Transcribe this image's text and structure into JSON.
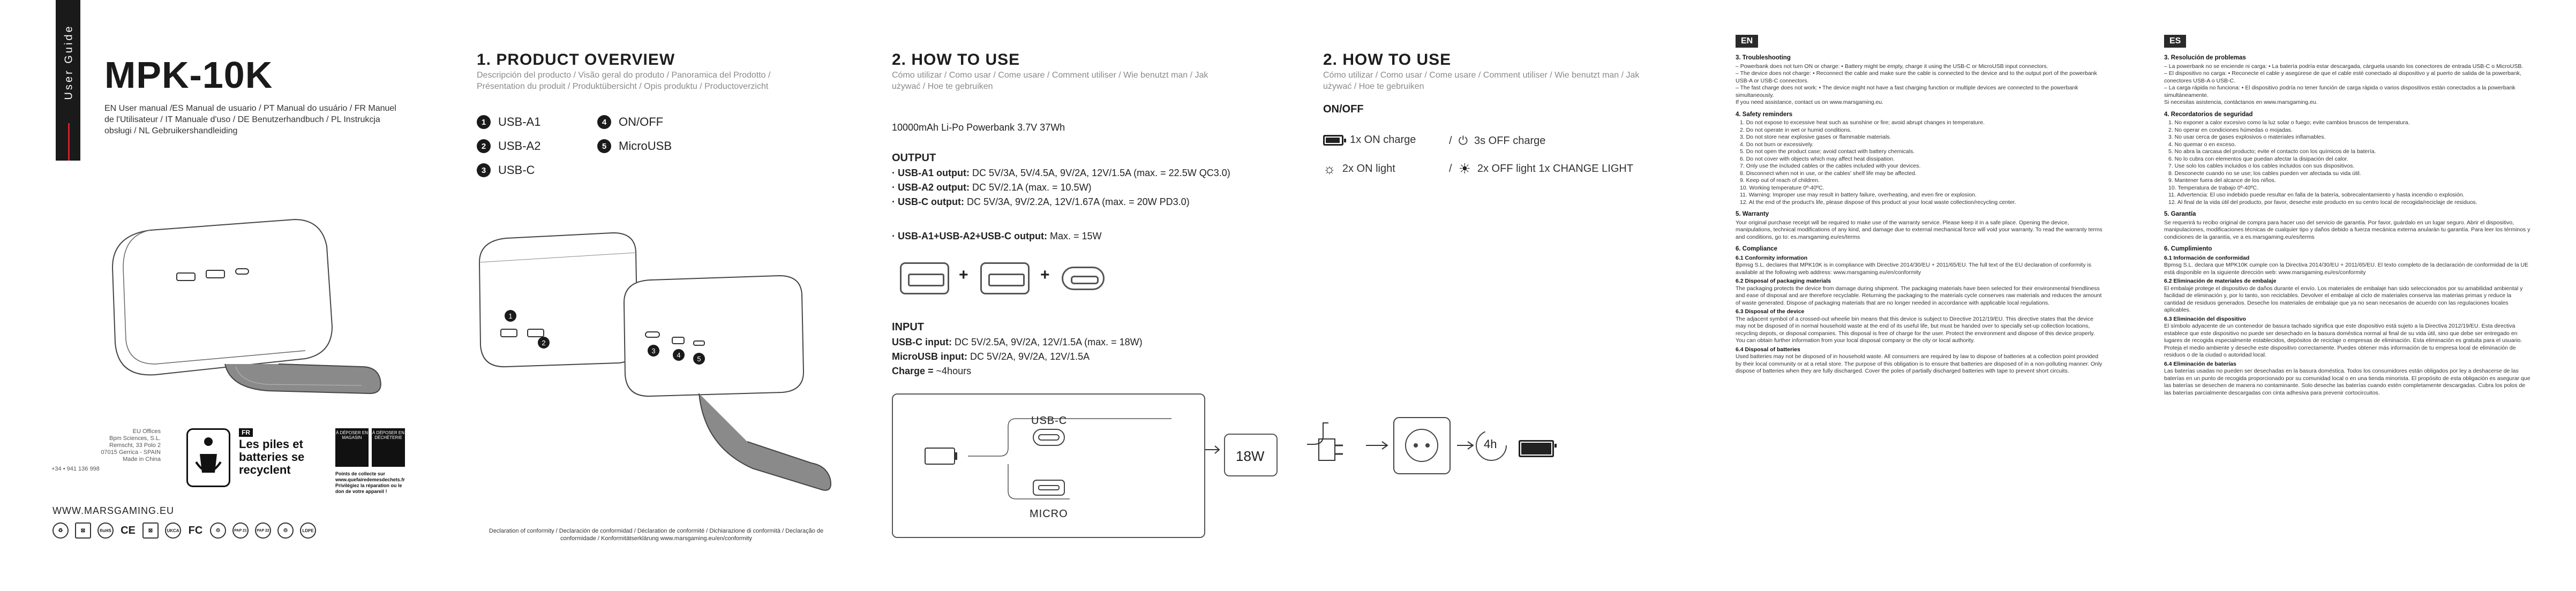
{
  "cover": {
    "tab_label": "User Guide",
    "model": "MPK-10K",
    "languages": "EN User manual /ES Manual de usuario / PT Manual do usuário / FR Manuel de l'Utilisateur / IT Manuale d'uso / DE Benutzerhandbuch / PL Instrukcja obsługi / NL Gebruikershandleiding",
    "maker_lines": [
      "EU Offices",
      "Bpm Sciences, S.L.",
      "Remscht, 33 Polo 2",
      "07015 Gerrica - SPAIN",
      "Made in China"
    ],
    "phone": "+34 • 941 136 998",
    "website": "WWW.MARSGAMING.EU",
    "cert_marks": [
      "♻",
      "⊠",
      "RoHS",
      "CE",
      "⊠",
      "UKCA",
      "FC",
      "♲",
      "PAP 21",
      "PAP 22",
      "♲",
      "LDPE"
    ],
    "recycle": {
      "flag": "FR",
      "text": "Les piles et batteries se recyclent",
      "drop1": "À DÉPOSER EN MAGASIN",
      "drop2": "À DÉPOSER EN DÉCHÈTERIE",
      "note": "Points de collecte sur www.quefairedemesdechets.fr Privilégiez la réparation ou le don de votre appareil !"
    }
  },
  "overview": {
    "title": "1. PRODUCT OVERVIEW",
    "subtitle": "Descripción del producto / Visão geral do produto / Panoramica del Prodotto / Présentation du produit / Produktübersicht / Opis produktu / Productoverzicht",
    "ports": [
      {
        "n": "1",
        "label": "USB-A1"
      },
      {
        "n": "2",
        "label": "USB-A2"
      },
      {
        "n": "3",
        "label": "USB-C"
      },
      {
        "n": "4",
        "label": "ON/OFF"
      },
      {
        "n": "5",
        "label": "MicroUSB"
      }
    ],
    "declaration": "Declaration of conformity / Declaración de conformidad / Déclaration de conformité / Dichiarazione di conformità / Declaração de conformidade / Konformitätserklärung www.marsgaming.eu/en/conformity"
  },
  "howto": {
    "title": "2. HOW TO USE",
    "subtitle": "Cómo utilizar / Como usar / Come usare / Comment utiliser / Wie benutzt man / Jak używać / Hoe te gebruiken",
    "battery": "10000mAh Li-Po Powerbank 3.7V 37Wh",
    "output_heading": "OUTPUT",
    "outputs": [
      {
        "label": "· USB-A1 output:",
        "value": " DC 5V/3A, 5V/4.5A, 9V/2A, 12V/1.5A (max. = 22.5W QC3.0)"
      },
      {
        "label": "· USB-A2 output:",
        "value": " DC 5V/2.1A (max. = 10.5W)"
      },
      {
        "label": "· USB-C output:",
        "value": " DC 5V/3A,  9V/2.2A, 12V/1.67A  (max. = 20W PD3.0)"
      }
    ],
    "combined_label": "· USB-A1+USB-A2+USB-C output:",
    "combined_value": "  Max. = 15W",
    "input_heading": "INPUT",
    "inputs": [
      {
        "label": "USB-C input:",
        "value": " DC 5V/2.5A, 9V/2A, 12V/1.5A (max. = 18W)"
      },
      {
        "label": "MicroUSB input:",
        "value": " DC 5V/2A, 9V/2A, 12V/1.5A"
      },
      {
        "label": "Charge =",
        "value": " ~4hours"
      }
    ],
    "port_c": "USB-C",
    "port_micro": "MICRO",
    "charger": "18W"
  },
  "howto2": {
    "title": "2. HOW TO USE",
    "subtitle": "Cómo utilizar / Como usar / Come usare / Comment utiliser / Wie benutzt man / Jak używać / Hoe te gebruiken",
    "onoff_heading": "ON/OFF",
    "on_charge": "1x ON charge",
    "off_charge": "3s OFF charge",
    "on_light": "2x ON light",
    "off_light": "2x OFF light  1x CHANGE LIGHT",
    "time": "4h"
  },
  "en": {
    "badge": "EN",
    "sections": [
      {
        "h": "3. Troubleshooting",
        "lines": [
          "– Powerbank does not turn ON or charge: • Battery might be empty, charge it using the USB-C or MicroUSB input connectors.",
          "– The device does not charge: • Reconnect the cable and make sure the cable is connected to the device and to the output port of the powerbank USB-A or USB-C connectors.",
          "– The fast charge does not work: • The device might not have a fast charging function or multiple devices are connected to the powerbank simultaneously.",
          "If you need assistance, contact us on www.marsgaming.eu."
        ]
      },
      {
        "h": "4. Safety reminders",
        "lines": [
          "1. Do not expose to excessive heat such as sunshine or fire; avoid abrupt changes in temperature.",
          "2. Do not operate in wet or humid conditions.",
          "3. Do not store near explosive gases or flammable materials.",
          "4. Do not burn or excessively.",
          "5. Do not open the product case; avoid contact with battery chemicals.",
          "6. Do not cover with objects which may affect heat dissipation.",
          "7. Only use the included cables or the cables included with your devices.",
          "8. Disconnect when not in use, or the cables' shelf life may be affected.",
          "9. Keep out of reach of children.",
          "10. Working temperature 0º-40ºC.",
          "11. Warning: Improper use may result in battery failure, overheating, and even fire or explosion.",
          "12. At the end of the product's life, please dispose of this product at your local waste collection/recycling center."
        ]
      },
      {
        "h": "5. Warranty",
        "lines": [
          "Your original purchase receipt will be required to make use of the warranty service. Please keep it in a safe place. Opening the device, manipulations, technical modifications of any kind, and damage due to external mechanical force will void your warranty. To read the warranty terms and conditions, go to: es.marsgaming.eu/es/terms"
        ]
      },
      {
        "h": "6. Compliance",
        "lines": [
          "6.1 Conformity information",
          "Bpmsg S.L. declares that MPK10K is in compliance with Directive 2014/30/EU + 2011/65/EU. The full text of the EU declaration of conformity is available at the following web address: www.marsgaming.eu/en/conformity",
          "6.2 Disposal of packaging materials",
          "The packaging protects the device from damage during shipment. The packaging materials have been selected for their environmental friendliness and ease of disposal and are therefore recyclable. Returning the packaging to the materials cycle conserves raw materials and reduces the amount of waste generated. Dispose of packaging materials that are no longer needed in accordance with applicable local regulations.",
          "6.3 Disposal of the device",
          "The adjacent symbol of a crossed-out wheelie bin means that this device is subject to Directive 2012/19/EU. This directive states that the device may not be disposed of in normal household waste at the end of its useful life, but must be handed over to specially set-up collection locations, recycling depots, or disposal companies. This disposal is free of charge for the user. Protect the environment and dispose of this device properly. You can obtain further information from your local disposal company or the city or local authority.",
          "6.4 Disposal of batteries",
          "Used batteries may not be disposed of in household waste. All consumers are required by law to dispose of batteries at a collection point provided by their local community or at a retail store. The purpose of this obligation is to ensure that batteries are disposed of in a non-polluting manner. Only dispose of batteries when they are fully discharged. Cover the poles of partially discharged batteries with tape to prevent short circuits."
        ]
      }
    ]
  },
  "es": {
    "badge": "ES",
    "sections": [
      {
        "h": "3. Resolución de problemas",
        "lines": [
          "– La powerbank no se enciende ni carga: • La batería podría estar descargada, cárguela usando los conectores de entrada USB-C o MicroUSB.",
          "– El dispositivo no carga: • Reconecte el cable y asegúrese de que el cable esté conectado al dispositivo y al puerto de salida de la powerbank, conectores USB-A o USB-C.",
          "– La carga rápida no funciona: • El dispositivo podría no tener función de carga rápida o varios dispositivos están conectados a la powerbank simultáneamente.",
          "Si necesitas asistencia, contáctanos en www.marsgaming.eu."
        ]
      },
      {
        "h": "4. Recordatorios de seguridad",
        "lines": [
          "1. No exponer a calor excesivo como la luz solar o fuego; evite cambios bruscos de temperatura.",
          "2. No operar en condiciones húmedas o mojadas.",
          "3. No usar cerca de gases explosivos o materiales inflamables.",
          "4. No quemar o en exceso.",
          "5. No abra la carcasa del producto; evite el contacto con los químicos de la batería.",
          "6. No lo cubra con elementos que puedan afectar la disipación del calor.",
          "7. Use solo los cables incluidos o los cables incluidos con sus dispositivos.",
          "8. Desconecte cuando no se use; los cables pueden ver afectada su vida útil.",
          "9. Mantener fuera del alcance de los niños.",
          "10. Temperatura de trabajo 0º-40ºC.",
          "11. Advertencia: El uso indebido puede resultar en falla de la batería, sobrecalentamiento y hasta incendio o explosión.",
          "12. Al final de la vida útil del producto, por favor, deseche este producto en su centro local de recogida/reciclaje de residuos."
        ]
      },
      {
        "h": "5. Garantía",
        "lines": [
          "Se requerirá tu recibo original de compra para hacer uso del servicio de garantía. Por favor, guárdalo en un lugar seguro. Abrir el dispositivo, manipulaciones, modificaciones técnicas de cualquier tipo y daños debido a fuerza mecánica externa anularán tu garantía. Para leer los términos y condiciones de la garantía, ve a es.marsgaming.eu/es/terms"
        ]
      },
      {
        "h": "6. Cumplimiento",
        "lines": [
          "6.1 Información de conformidad",
          "Bpmsg S.L. declara que MPK10K cumple con la Directiva 2014/30/EU + 2011/65/EU. El texto completo de la declaración de conformidad de la UE está disponible en la siguiente dirección web: www.marsgaming.eu/es/conformity",
          "6.2 Eliminación de materiales de embalaje",
          "El embalaje protege el dispositivo de daños durante el envío. Los materiales de embalaje han sido seleccionados por su amabilidad ambiental y facilidad de eliminación y, por lo tanto, son reciclables. Devolver el embalaje al ciclo de materiales conserva las materias primas y reduce la cantidad de residuos generados. Deseche los materiales de embalaje que ya no sean necesarios de acuerdo con las regulaciones locales aplicables.",
          "6.3 Eliminación del dispositivo",
          "El símbolo adyacente de un contenedor de basura tachado significa que este dispositivo está sujeto a la Directiva 2012/19/EU. Esta directiva establece que este dispositivo no puede ser desechado en la basura doméstica normal al final de su vida útil, sino que debe ser entregado en lugares de recogida especialmente establecidos, depósitos de reciclaje o empresas de eliminación. Esta eliminación es gratuita para el usuario. Proteja el medio ambiente y deseche este dispositivo correctamente. Puedes obtener más información de tu empresa local de eliminación de residuos o de la ciudad o autoridad local.",
          "6.4 Eliminación de baterías",
          "Las baterías usadas no pueden ser desechadas en la basura doméstica. Todos los consumidores están obligados por ley a deshacerse de las baterías en un punto de recogida proporcionado por su comunidad local o en una tienda minorista. El propósito de esta obligación es asegurar que las baterías se desechen de manera no contaminante. Solo deseche las baterías cuando estén completamente descargadas. Cubra los polos de las baterías parcialmente descargadas con cinta adhesiva para prevenir cortocircuitos."
        ]
      }
    ]
  }
}
